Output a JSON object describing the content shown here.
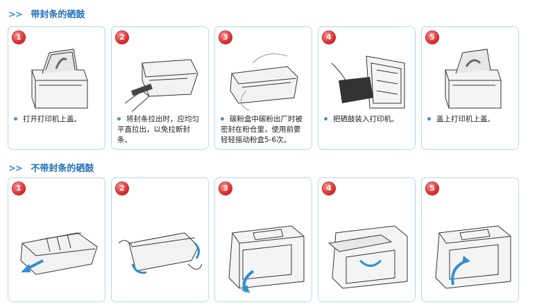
{
  "sections": [
    {
      "chevron": ">>",
      "title": "带封条的硒鼓",
      "steps": [
        {
          "num": "1",
          "caption": "打开打印机上盖。",
          "icon": "printer-open-lid-icon"
        },
        {
          "num": "2",
          "caption": "将封条拉出时，应均匀平直拉出，以免拉断封条。",
          "icon": "pull-seal-strip-icon"
        },
        {
          "num": "3",
          "caption": "碳粉盒中碳粉出厂时被密封在粉仓里，使用前要轻轻摇动粉盒5-6次。",
          "icon": "shake-cartridge-icon"
        },
        {
          "num": "4",
          "caption": "把硒鼓装入打印机。",
          "icon": "insert-cartridge-icon"
        },
        {
          "num": "5",
          "caption": "盖上打印机上盖。",
          "icon": "printer-close-lid-icon"
        }
      ]
    },
    {
      "chevron": ">>",
      "title": "不带封条的硒鼓",
      "steps": [
        {
          "num": "1",
          "icon": "unpack-cartridge-icon"
        },
        {
          "num": "2",
          "icon": "shake-cartridge-icon"
        },
        {
          "num": "3",
          "icon": "open-front-door-icon"
        },
        {
          "num": "4",
          "icon": "insert-cartridge-front-icon"
        },
        {
          "num": "5",
          "icon": "close-front-door-icon"
        }
      ]
    }
  ],
  "colors": {
    "accent": "#1f6fb8",
    "border": "#b9d6ee",
    "badge": "#d72424",
    "arrow": "#2f8fd0"
  }
}
